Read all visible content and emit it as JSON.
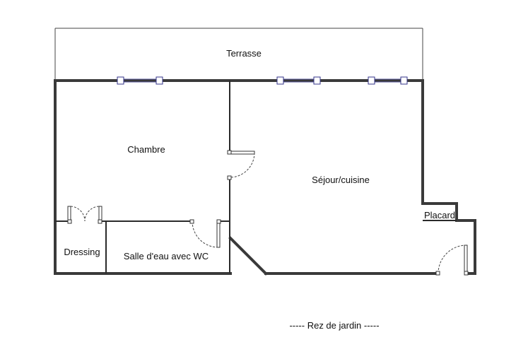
{
  "rooms": {
    "terrasse": "Terrasse",
    "chambre": "Chambre",
    "sejour": "Séjour/cuisine",
    "placard": "Placard",
    "dressing": "Dressing",
    "salle_eau": "Salle d'eau avec WC"
  },
  "footer": {
    "level": "----- Rez de jardin -----"
  }
}
